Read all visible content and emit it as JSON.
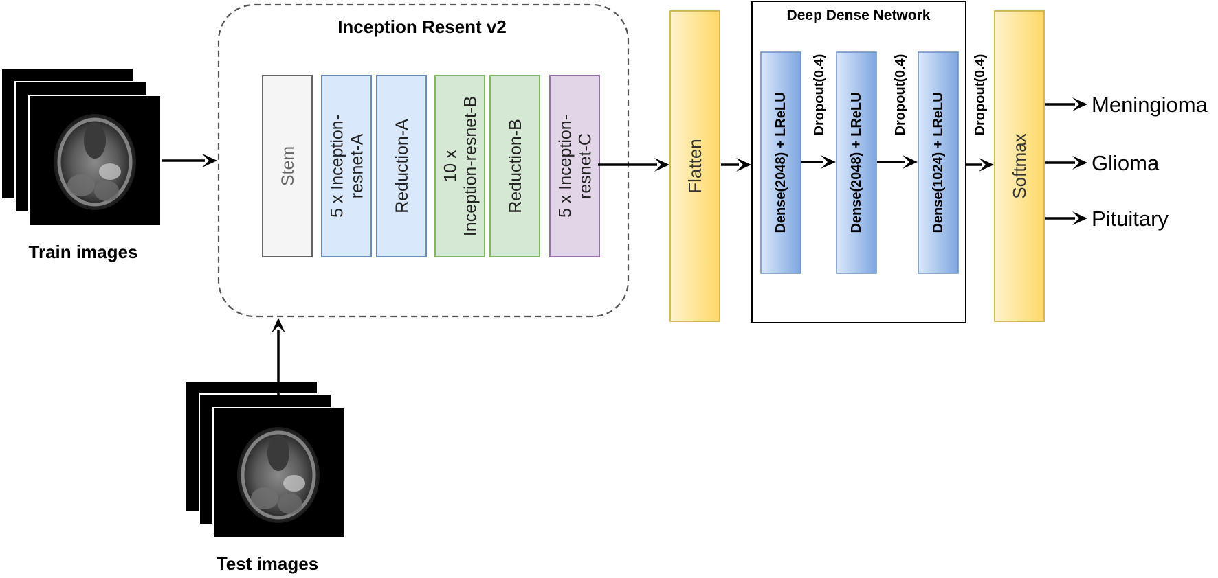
{
  "inputs": {
    "train_label": "Train images",
    "test_label": "Test images"
  },
  "backbone": {
    "title": "Inception Resent v2",
    "blocks": [
      {
        "lines": [
          "Stem"
        ],
        "fill": "#f5f5f5",
        "stroke": "#666666",
        "text": "#666666"
      },
      {
        "lines": [
          "5 x Inception-",
          "resnet-A"
        ],
        "fill": "#dae8fc",
        "stroke": "#6c8ebf",
        "text": "#222222"
      },
      {
        "lines": [
          "Reduction-A"
        ],
        "fill": "#dae8fc",
        "stroke": "#6c8ebf",
        "text": "#222222"
      },
      {
        "lines": [
          "10 x",
          "Inception-resnet-B"
        ],
        "fill": "#d5e8d4",
        "stroke": "#82b366",
        "text": "#222222"
      },
      {
        "lines": [
          "Reduction-B"
        ],
        "fill": "#d5e8d4",
        "stroke": "#82b366",
        "text": "#222222"
      },
      {
        "lines": [
          "5 x Inception-",
          "resnet-C"
        ],
        "fill": "#e1d5e7",
        "stroke": "#9673a6",
        "text": "#222222"
      }
    ]
  },
  "flatten_label": "Flatten",
  "dense_network": {
    "title": "Deep Dense Network",
    "layers": [
      "Dense(2048) + LReLU",
      "Dense(2048) + LReLU",
      "Dense(1024) + LReLU"
    ],
    "dropouts": [
      "Dropout(0.4)",
      "Dropout(0.4)",
      "Dropout(0.4)"
    ]
  },
  "softmax_label": "Softmax",
  "outputs": [
    "Meningioma",
    "Glioma",
    "Pituitary"
  ],
  "colors": {
    "yellow_fill_top": "#fff2cc",
    "yellow_fill_bottom": "#ffd966",
    "yellow_stroke": "#d6b656",
    "blue_fill_top": "#dae8fc",
    "blue_fill_bottom": "#7ea6e0",
    "blue_stroke": "#6c8ebf"
  }
}
